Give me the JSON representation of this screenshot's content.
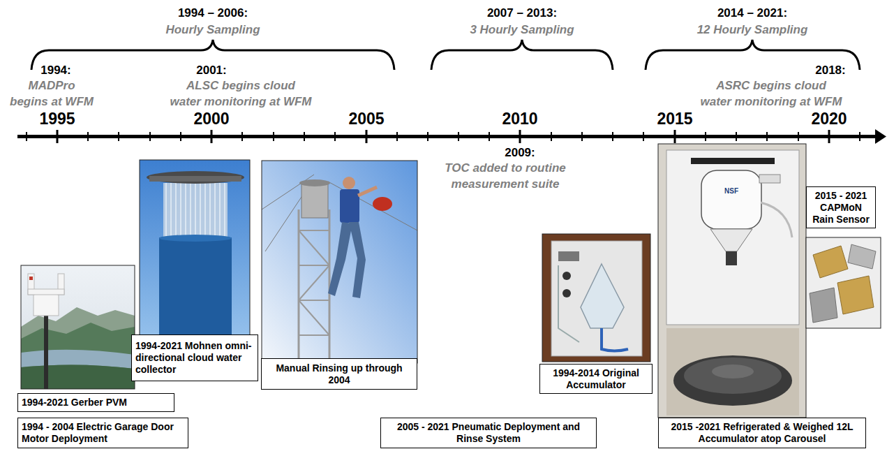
{
  "diagram": {
    "nodes": [
      {
        "text": [
          "1994-2021 Gerber PVM"
        ]
      },
      {
        "text": [
          "1994 - 2004 Electric Garage Door Motor Deployment"
        ]
      },
      {
        "text": [
          "1994-2021 Mohnen omni-directional cloud water collector"
        ]
      },
      {
        "text": [
          "Manual Rinsing up through 2004"
        ]
      },
      {
        "text": [
          "2005 - 2021 Pneumatic Deployment and Rinse System"
        ]
      },
      {
        "text": [
          "1994-2014 Original Accumulator"
        ]
      },
      {
        "text": [
          "2015 -2021 Refrigerated & Weighed 12L Accumulator atop Carousel"
        ]
      },
      {
        "text": [
          "2015 - 2021 CAPMoN Rain Sensor"
        ]
      }
    ],
    "labels": [
      "1994 – 2006:",
      "Hourly Sampling",
      "2007 – 2013:",
      "3 Hourly Sampling",
      "2014 – 2021:",
      "12 Hourly Sampling",
      "1994:",
      "MADPro begins at WFM",
      "2001:",
      "ALSC begins cloud water monitoring at WFM",
      "2018:",
      "ASRC begins cloud water monitoring at WFM",
      "1995",
      "2000",
      "2005",
      "2010",
      "2015",
      "2020",
      "2009:",
      "TOC added to routine measurement suite",
      "NSF"
    ]
  }
}
